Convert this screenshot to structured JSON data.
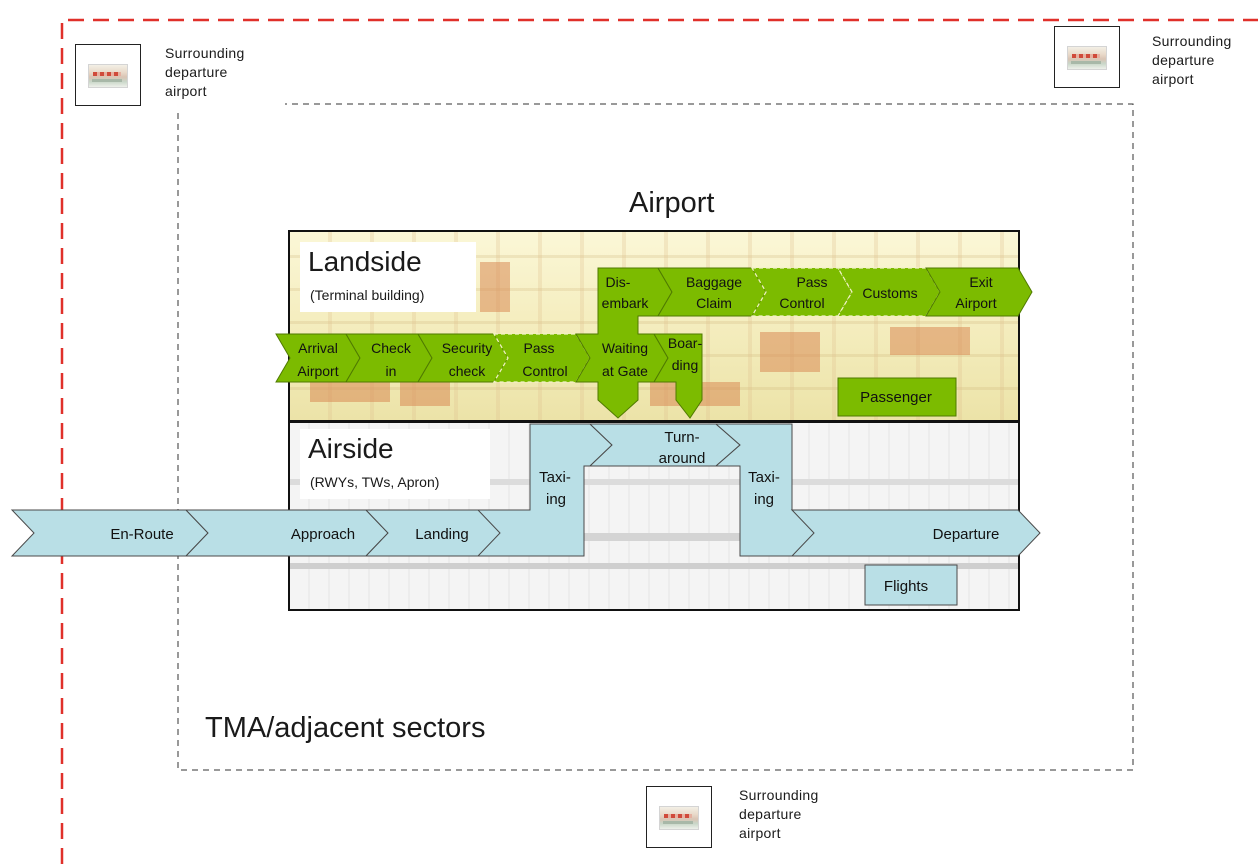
{
  "boundary_color": "#e0302a",
  "airport_label": "Airport",
  "tma_label": "TMA/adjacent sectors",
  "surrounding_airports": [
    {
      "lines": [
        "Surrounding",
        "departure",
        "airport"
      ]
    },
    {
      "lines": [
        "Surrounding",
        "departure",
        "airport"
      ]
    },
    {
      "lines": [
        "Surrounding",
        "departure",
        "airport"
      ]
    }
  ],
  "landside": {
    "title": "Landside",
    "subtitle": "(Terminal building)",
    "badge": "Passenger"
  },
  "airside": {
    "title": "Airside",
    "subtitle": "(RWYs, TWs, Apron)",
    "badge": "Flights"
  },
  "passenger_steps": [
    {
      "lines": [
        "Arrival",
        "Airport"
      ]
    },
    {
      "lines": [
        "Check",
        "in"
      ]
    },
    {
      "lines": [
        "Security",
        "check"
      ]
    },
    {
      "lines": [
        "Pass",
        "Control"
      ]
    },
    {
      "lines": [
        "Waiting",
        "at Gate"
      ]
    },
    {
      "lines": [
        "Boar-",
        "ding"
      ]
    },
    {
      "lines": [
        "Dis-",
        "embark"
      ]
    },
    {
      "lines": [
        "Baggage",
        "Claim"
      ]
    },
    {
      "lines": [
        "Pass",
        "Control"
      ]
    },
    {
      "lines": [
        "Customs"
      ]
    },
    {
      "lines": [
        "Exit",
        "Airport"
      ]
    }
  ],
  "flight_steps": [
    {
      "lines": [
        "En-Route"
      ]
    },
    {
      "lines": [
        "Approach"
      ]
    },
    {
      "lines": [
        "Landing"
      ]
    },
    {
      "lines": [
        "Taxi-",
        "ing"
      ]
    },
    {
      "lines": [
        "Turn-",
        "around"
      ]
    },
    {
      "lines": [
        "Taxi-",
        "ing"
      ]
    },
    {
      "lines": [
        "Departure"
      ]
    }
  ],
  "colors": {
    "passenger_fill": "#7cbb00",
    "passenger_stroke": "#4f7a00",
    "flight_fill": "#b9dfe6",
    "flight_stroke": "#4a4a4a"
  }
}
